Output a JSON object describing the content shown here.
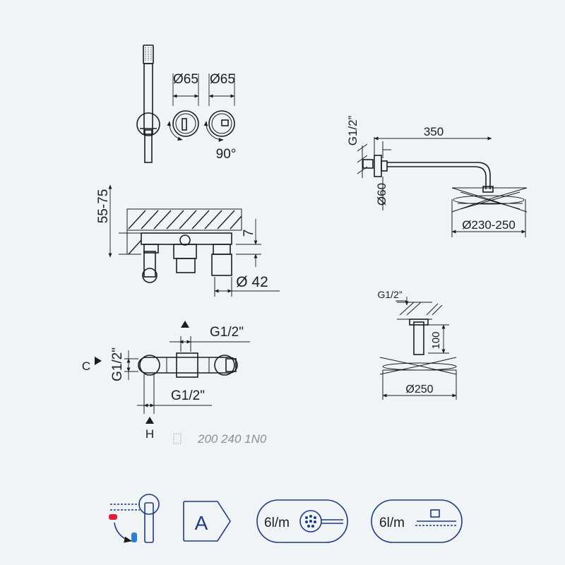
{
  "mixer_top": {
    "dim_left": "Ø65",
    "dim_right": "Ø65",
    "angle": "90°"
  },
  "wall_section": {
    "depth": "55-75",
    "offset": "7",
    "diameter": "Ø 42"
  },
  "connection_view": {
    "top_thread": "G1/2\"",
    "side_thread": "G1/2\"",
    "bottom_thread": "G1/2\"",
    "cold_label": "C",
    "hot_label": "H"
  },
  "product_code": "200 240 1N0",
  "wall_shower": {
    "thread": "G1/2”",
    "arm_length": "350",
    "flange": "Ø60",
    "head_diameter": "Ø230-250"
  },
  "ceiling_shower": {
    "thread": "G1/2”",
    "drop": "100",
    "head_diameter": "Ø250"
  },
  "badges": {
    "energy_class": "A",
    "flow_hand": "6l/m",
    "flow_head": "6l/m"
  },
  "colors": {
    "line": "#1d1d1f",
    "badge_border": "#1d3a8a",
    "hot": "#e0203a",
    "cold": "#2b7fd6"
  },
  "icons": [
    "hand-shower-icon",
    "rain-shower-icon",
    "mixer-lever-icon",
    "temperature-icon"
  ]
}
